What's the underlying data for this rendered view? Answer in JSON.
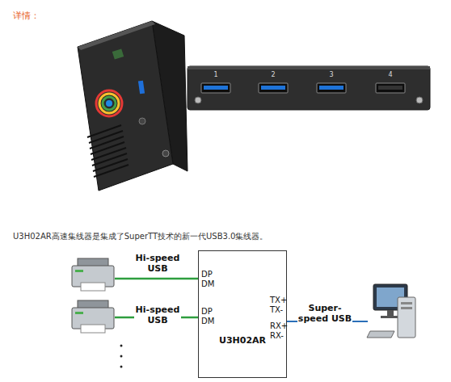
{
  "diagram": {
    "title": "详情：",
    "caption": "U3H02AR高速集线器是集成了SuperTT技术的新一代USB3.0集线器。",
    "nodes": [
      {
        "text": [
          "U3H02AR"
        ]
      }
    ],
    "labels": [
      "1",
      "2",
      "3",
      "4",
      "Hi-speed USB",
      "Hi-speed USB",
      "DP",
      "DM",
      "DP",
      "DM",
      "TX+",
      "TX-",
      "RX+",
      "RX-",
      "Super-speed USB"
    ]
  }
}
